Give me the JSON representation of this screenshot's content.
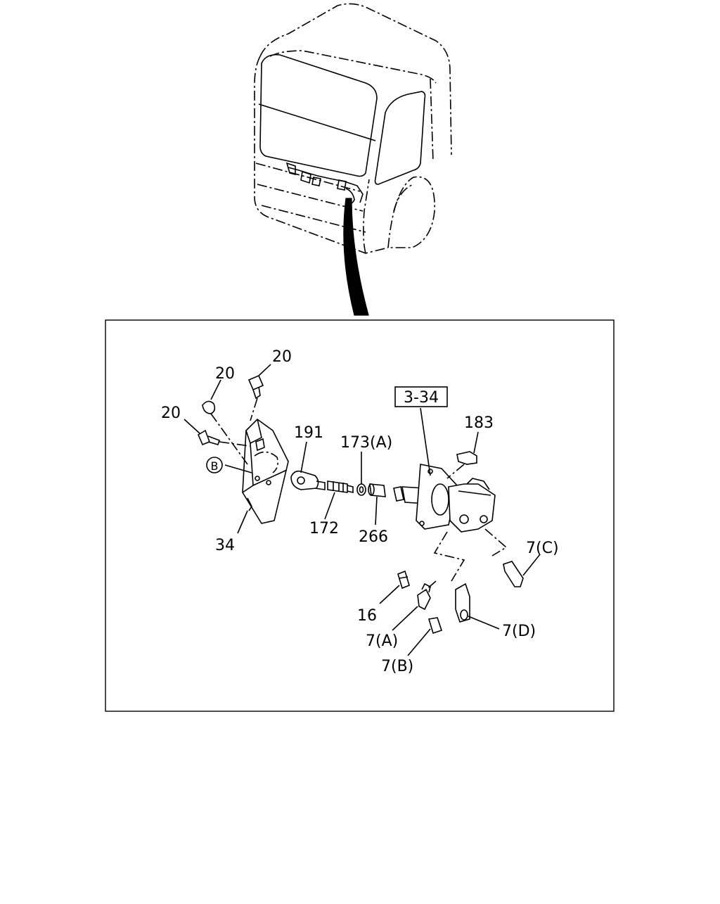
{
  "callouts": {
    "c20a": "20",
    "c20b": "20",
    "c20c": "20",
    "cB": "B",
    "c34": "34",
    "c191": "191",
    "c172": "172",
    "c173a": "173(A)",
    "c266": "266",
    "c334": "3-34",
    "c183": "183",
    "c7c": "7(C)",
    "c16": "16",
    "c7a": "7(A)",
    "c7b": "7(B)",
    "c7d": "7(D)"
  }
}
